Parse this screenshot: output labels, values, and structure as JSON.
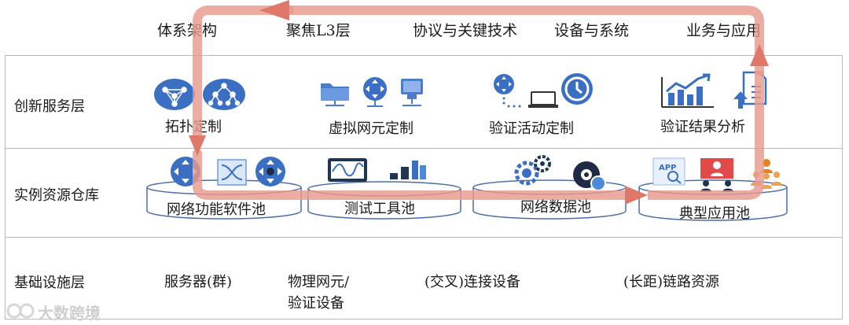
{
  "columns": [
    "体系架构",
    "聚焦L3层",
    "协议与关键技术",
    "设备与系统",
    "业务与应用"
  ],
  "rows": {
    "innovation": "创新服务层",
    "instance": "实例资源仓库",
    "foundation": "基础设施层"
  },
  "innovation_items": [
    "拓扑定制",
    "虚拟网元定制",
    "验证活动定制",
    "验证结果分析"
  ],
  "pools": [
    "网络功能软件池",
    "测试工具池",
    "网络数据池",
    "典型应用池"
  ],
  "app_icon_text": "APP",
  "foundation_items": {
    "servers": "服务器(群)",
    "physical_line1": "物理网元/",
    "physical_line2": "验证设备",
    "cross_connect": "(交叉)连接设备",
    "links": "(长距)链路资源"
  },
  "watermark": "大数跨境",
  "colors": {
    "flow_arrow": "#e89a8e",
    "icon_blue": "#3a6fc4",
    "border": "#b9b9b9"
  }
}
